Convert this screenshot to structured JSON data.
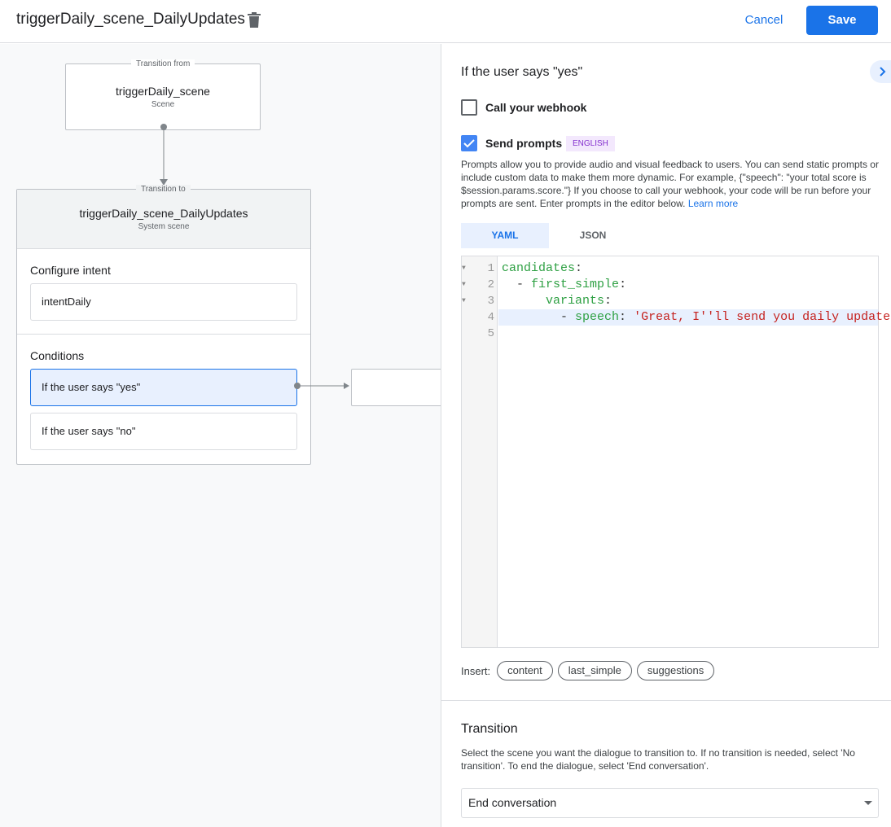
{
  "header": {
    "title": "triggerDaily_scene_DailyUpdates",
    "cancel": "Cancel",
    "save": "Save"
  },
  "canvas": {
    "from": {
      "label": "Transition from",
      "name": "triggerDaily_scene",
      "type": "Scene"
    },
    "to": {
      "label": "Transition to",
      "name": "triggerDaily_scene_DailyUpdates",
      "type": "System scene"
    },
    "intent_heading": "Configure intent",
    "intent": "intentDaily",
    "conditions_heading": "Conditions",
    "conditions": [
      "If the user says \"yes\"",
      "If the user says \"no\""
    ]
  },
  "panel": {
    "heading": "If the user says \"yes\"",
    "webhook_label": "Call your webhook",
    "webhook_checked": false,
    "prompts_label": "Send prompts",
    "prompts_checked": true,
    "lang_badge": "ENGLISH",
    "description": "Prompts allow you to provide audio and visual feedback to users. You can send static prompts or include custom data to make them more dynamic. For example, {\"speech\": \"your total score is $session.params.score.\"} If you choose to call your webhook, your code will be run before your prompts are sent. Enter prompts in the editor below.",
    "learn_more": "Learn more",
    "tabs": [
      "YAML",
      "JSON"
    ],
    "active_tab": "YAML",
    "code_lines": [
      {
        "n": "1",
        "fold": true,
        "indent": "",
        "dash": "",
        "key": "candidates",
        "colon": ":",
        "str": ""
      },
      {
        "n": "2",
        "fold": true,
        "indent": "  ",
        "dash": "- ",
        "key": "first_simple",
        "colon": ":",
        "str": ""
      },
      {
        "n": "3",
        "fold": true,
        "indent": "      ",
        "dash": "",
        "key": "variants",
        "colon": ":",
        "str": ""
      },
      {
        "n": "4",
        "fold": false,
        "indent": "        ",
        "dash": "- ",
        "key": "speech",
        "colon": ": ",
        "str": "'Great, I''ll send you daily updates."
      },
      {
        "n": "5",
        "fold": false,
        "indent": "",
        "dash": "",
        "key": "",
        "colon": "",
        "str": ""
      }
    ],
    "insert_label": "Insert:",
    "insert_chips": [
      "content",
      "last_simple",
      "suggestions"
    ],
    "transition_heading": "Transition",
    "transition_desc": "Select the scene you want the dialogue to transition to. If no transition is needed, select 'No transition'. To end the dialogue, select 'End conversation'.",
    "transition_value": "End conversation"
  },
  "colors": {
    "accent": "#1a73e8",
    "key": "#2ea043",
    "string": "#c5221f",
    "badge_bg": "#f3e8fd",
    "badge_fg": "#8430ce"
  }
}
